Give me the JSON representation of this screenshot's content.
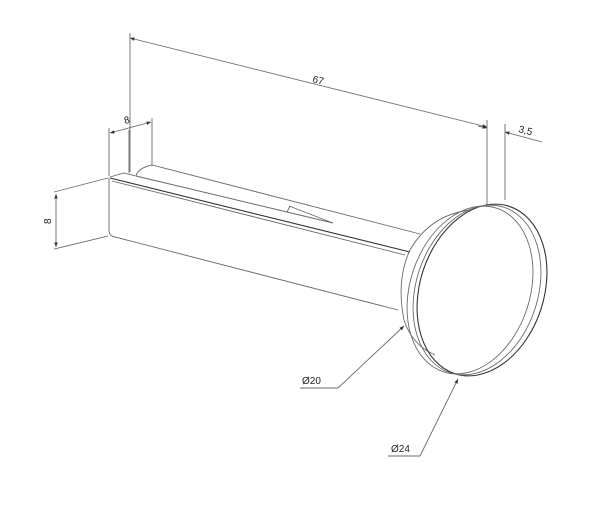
{
  "drawing": {
    "dimensions": {
      "overall_length": "67",
      "head_thickness": "3,5",
      "base_width": "8",
      "base_height": "8",
      "neck_diameter": "Ø20",
      "head_diameter": "Ø24"
    },
    "line_color": "#6a6a6a"
  }
}
